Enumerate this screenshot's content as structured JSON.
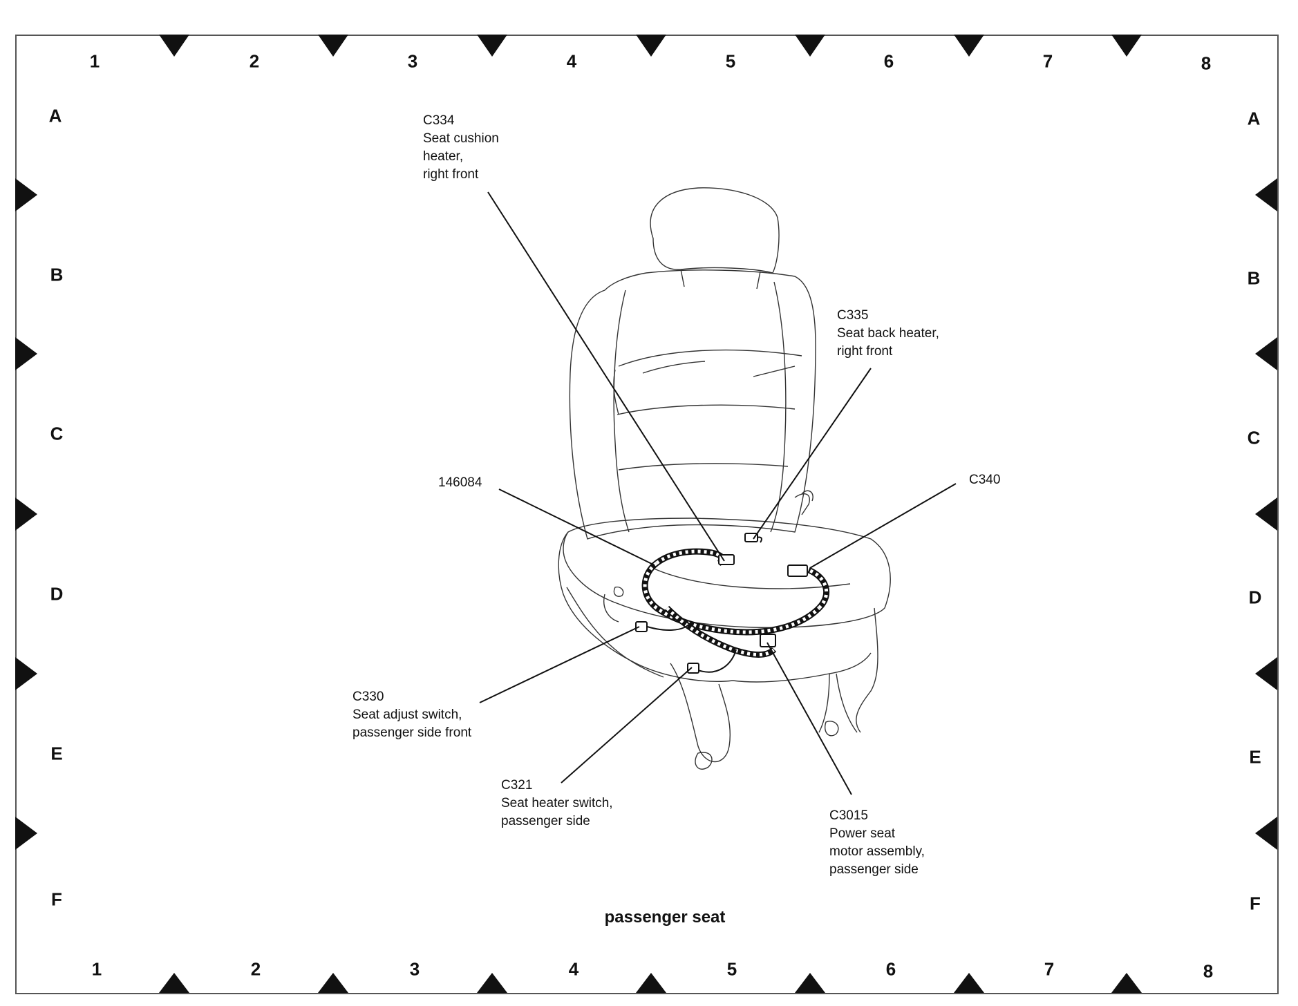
{
  "grid": {
    "columns": [
      "1",
      "2",
      "3",
      "4",
      "5",
      "6",
      "7",
      "8"
    ],
    "rows": [
      "A",
      "B",
      "C",
      "D",
      "E",
      "F"
    ]
  },
  "callouts": {
    "c334": [
      "C334",
      "Seat cushion",
      "heater,",
      "right front"
    ],
    "c335": [
      "C335",
      "Seat back heater,",
      "right front"
    ],
    "ref146084": [
      "146084"
    ],
    "c340": [
      "C340"
    ],
    "c330": [
      "C330",
      "Seat adjust switch,",
      "passenger side front"
    ],
    "c321": [
      "C321",
      "Seat heater switch,",
      "passenger side"
    ],
    "c3015": [
      "C3015",
      "Power seat",
      "motor assembly,",
      "passenger side"
    ]
  },
  "caption": "passenger seat",
  "colors": {
    "line": "#111111",
    "frame": "#555555",
    "drawing": "#333333"
  }
}
